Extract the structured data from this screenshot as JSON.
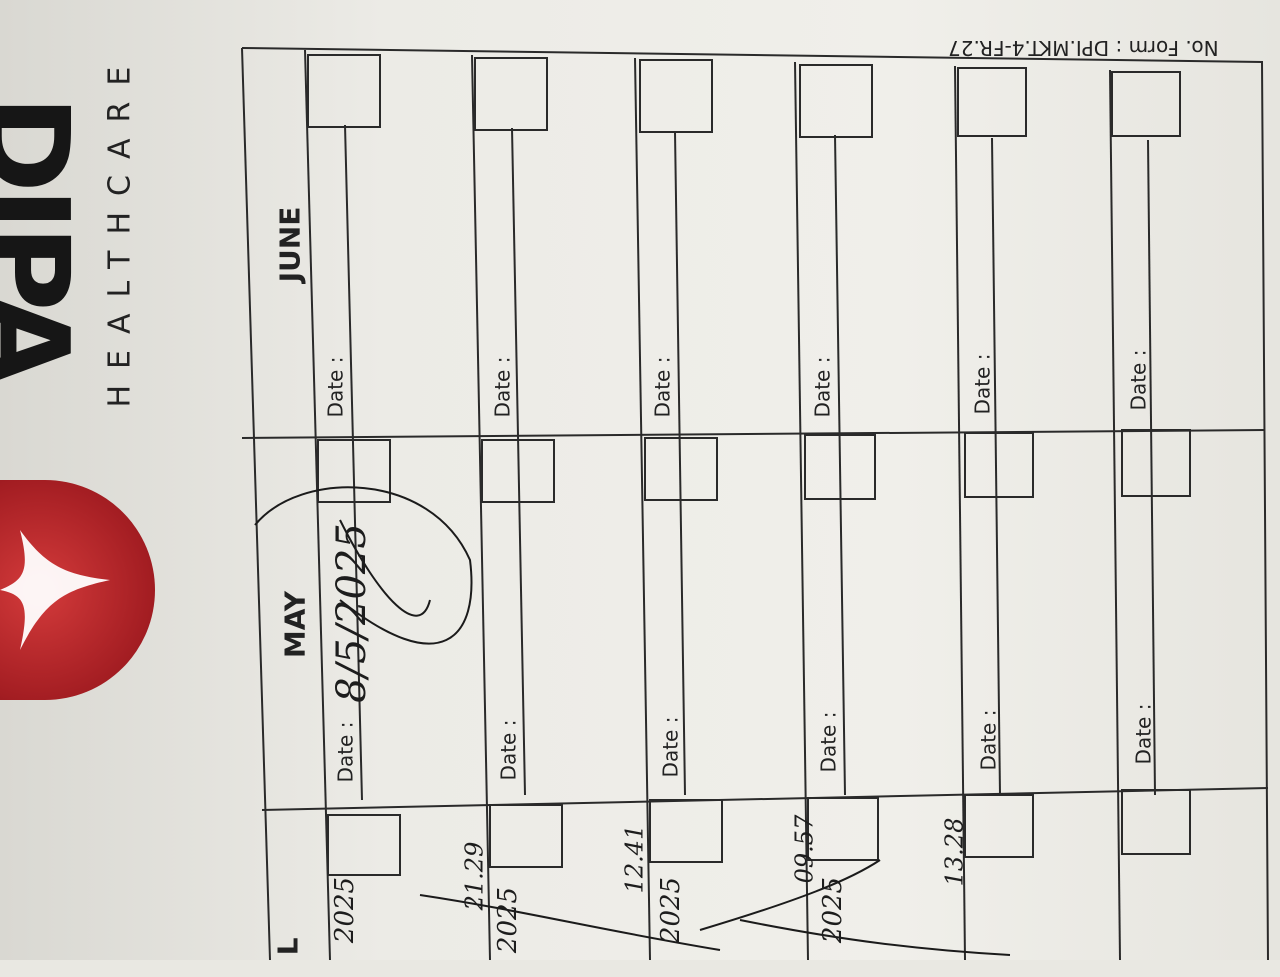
{
  "brand": {
    "name": "DIPA",
    "tagline": "HEALTHCARE",
    "brand_color": "#b8232a"
  },
  "form": {
    "number": "No. Form : DPI.MKT.4-FR.27",
    "date_label": "Date :",
    "months": [
      "L",
      "MAY",
      "JUNE"
    ]
  },
  "handwriting": {
    "may_first_date": "8/5/2025",
    "april_entries": [
      {
        "date": "2025",
        "time": ""
      },
      {
        "date": "2025",
        "time": "21.29"
      },
      {
        "date": "2025",
        "time": "12.41"
      },
      {
        "date": "2025",
        "time": "09.57"
      },
      {
        "date": "",
        "time": "13.28"
      }
    ]
  }
}
